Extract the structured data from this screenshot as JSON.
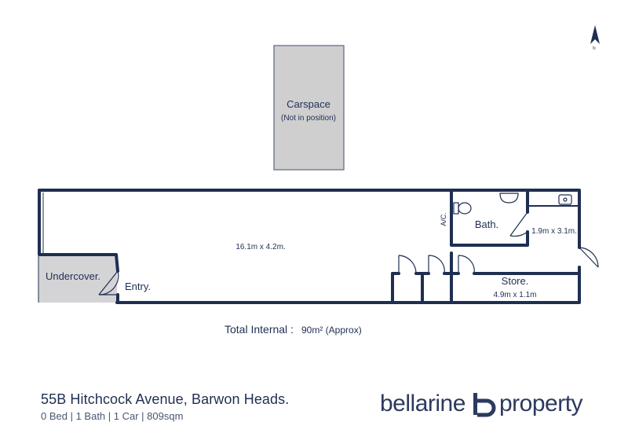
{
  "carspace": {
    "title": "Carspace",
    "note": "(Not in position)"
  },
  "rooms": {
    "main_dims": "16.1m x 4.2m.",
    "bath_label": "Bath.",
    "bath_dims": "1.9m x 3.1m.",
    "ac_label": "A/C.",
    "store_label": "Store.",
    "store_dims": "4.9m x 1.1m",
    "undercover_label": "Undercover.",
    "entry_label": "Entry."
  },
  "compass": {
    "label": "N"
  },
  "total": {
    "label": "Total Internal :",
    "value": "90m² (Approx)"
  },
  "listing": {
    "address": "55B Hitchcock Avenue, Barwon Heads.",
    "specs": "0 Bed | 1 Bath | 1 Car |  809sqm"
  },
  "brand": {
    "name_left": "bellarine",
    "name_right": "property"
  },
  "colors": {
    "wall": "#1f2f52",
    "carspace_fill": "#cfcfd0",
    "undercover_fill": "#d4d4d6",
    "background": "#ffffff"
  }
}
